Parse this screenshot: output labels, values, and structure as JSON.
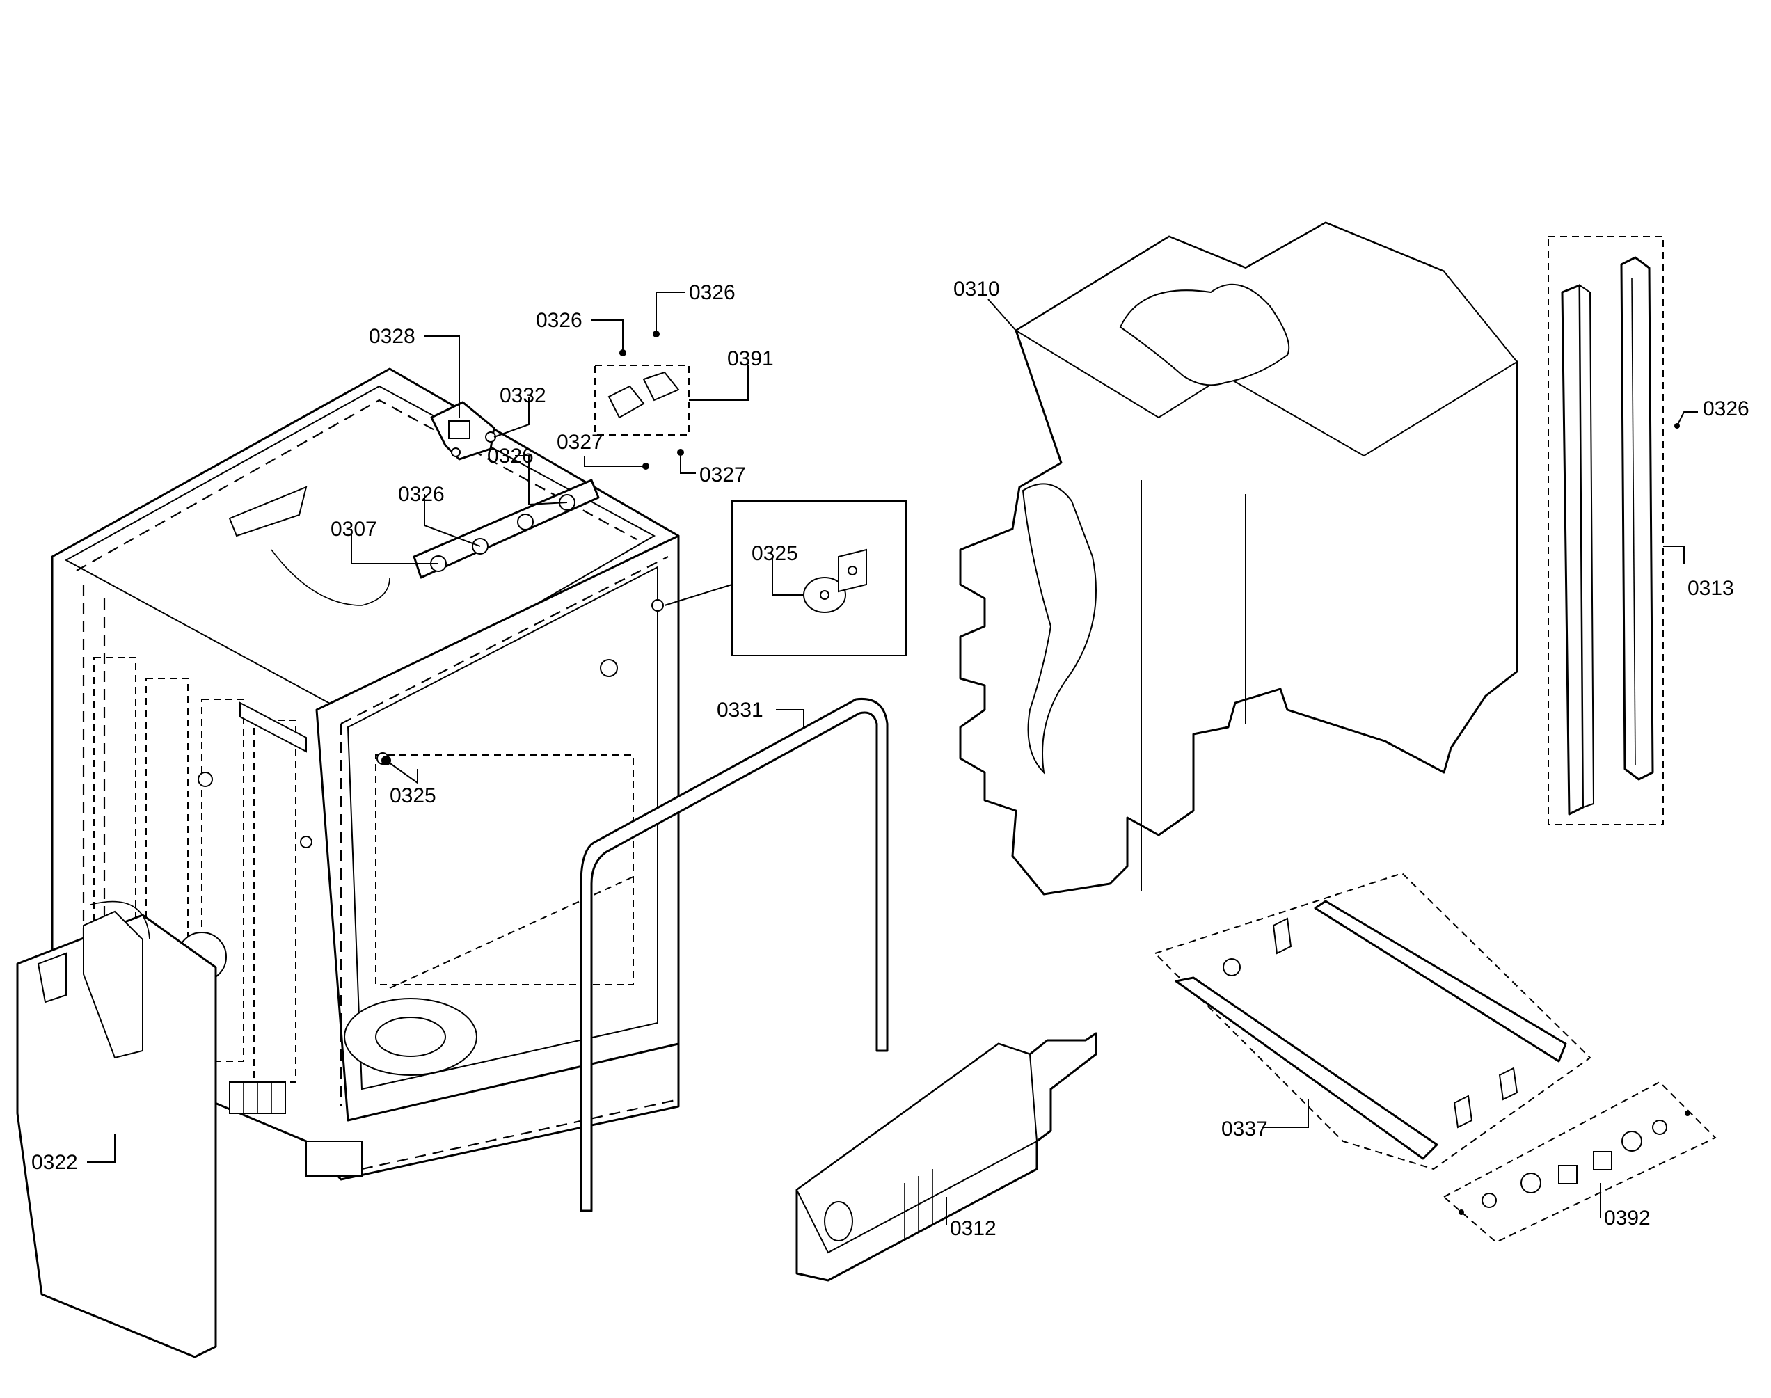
{
  "labels": {
    "p0310": "0310",
    "p0326_a": "0326",
    "p0326_b": "0326",
    "p0326_c": "0326",
    "p0326_d": "0326",
    "p0326_e": "0326",
    "p0391": "0391",
    "p0328": "0328",
    "p0332": "0332",
    "p0327_a": "0327",
    "p0327_b": "0327",
    "p0307": "0307",
    "p0325_a": "0325",
    "p0325_b": "0325",
    "p0331": "0331",
    "p0313": "0313",
    "p0322": "0322",
    "p0337": "0337",
    "p0312": "0312",
    "p0392": "0392"
  }
}
